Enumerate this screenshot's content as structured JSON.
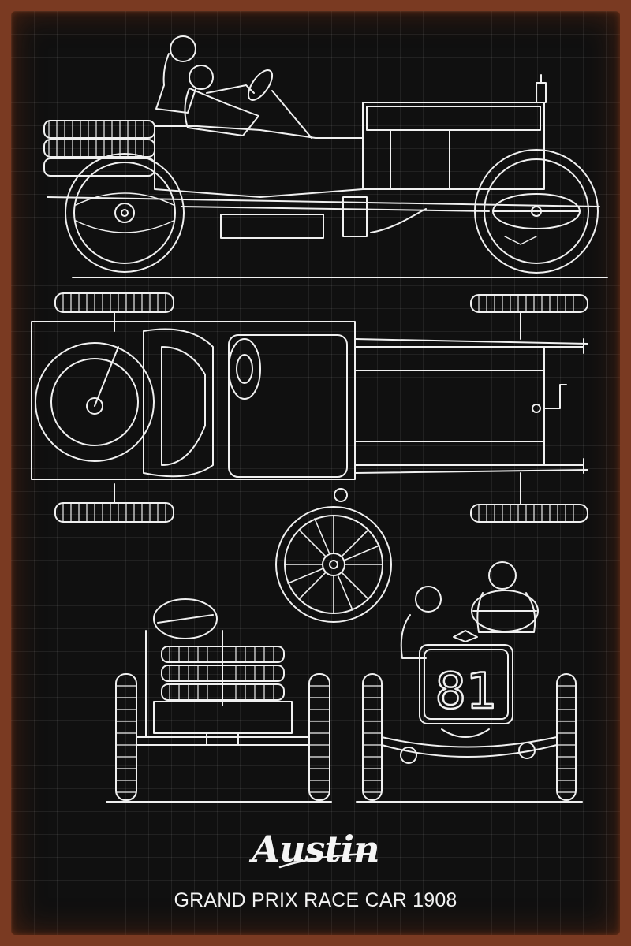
{
  "sign": {
    "brand": "Austin",
    "caption": "GRAND PRIX RACE CAR 1908",
    "race_number": "81"
  },
  "colors": {
    "background": "#101010",
    "line": "#f0f0f0",
    "rust_edge": "#7a3a22"
  }
}
